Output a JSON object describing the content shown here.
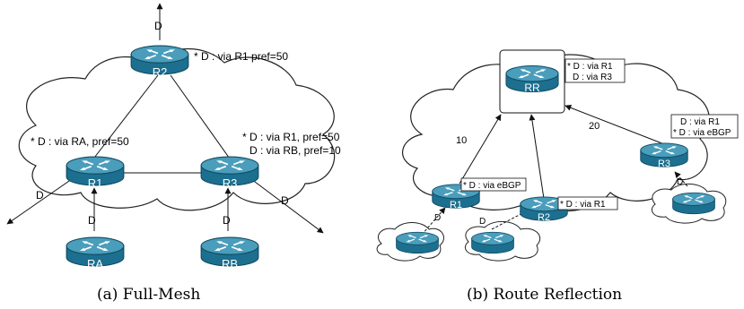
{
  "full_mesh": {
    "caption": "(a) Full-Mesh",
    "routers": {
      "r2": "R2",
      "r1": "R1",
      "r3": "R3",
      "ra": "RA",
      "rb": "RB"
    },
    "dest_label": "D",
    "r2_note": "* D : via R1 pref=50",
    "r1_note": "* D : via RA, pref=50",
    "r3_note_1": "* D : via R1, pref=50",
    "r3_note_2": "D : via RB, pref=10"
  },
  "route_reflection": {
    "caption": "(b) Route Reflection",
    "routers": {
      "rr": "RR",
      "r1": "R1",
      "r2": "R2",
      "r3": "R3"
    },
    "dest_label": "D",
    "rr_note_1": "* D : via R1",
    "rr_note_2": "D : via R3",
    "r3_note_1": "D : via R1",
    "r3_note_2": "* D : via eBGP",
    "r1_note": "* D : via eBGP",
    "r2_note": "* D : via R1",
    "weight_r1": "10",
    "weight_r3": "20"
  },
  "colors": {
    "router": "#2e7d99",
    "router_top": "#6fb0c8",
    "cloud_stroke": "#222222"
  }
}
